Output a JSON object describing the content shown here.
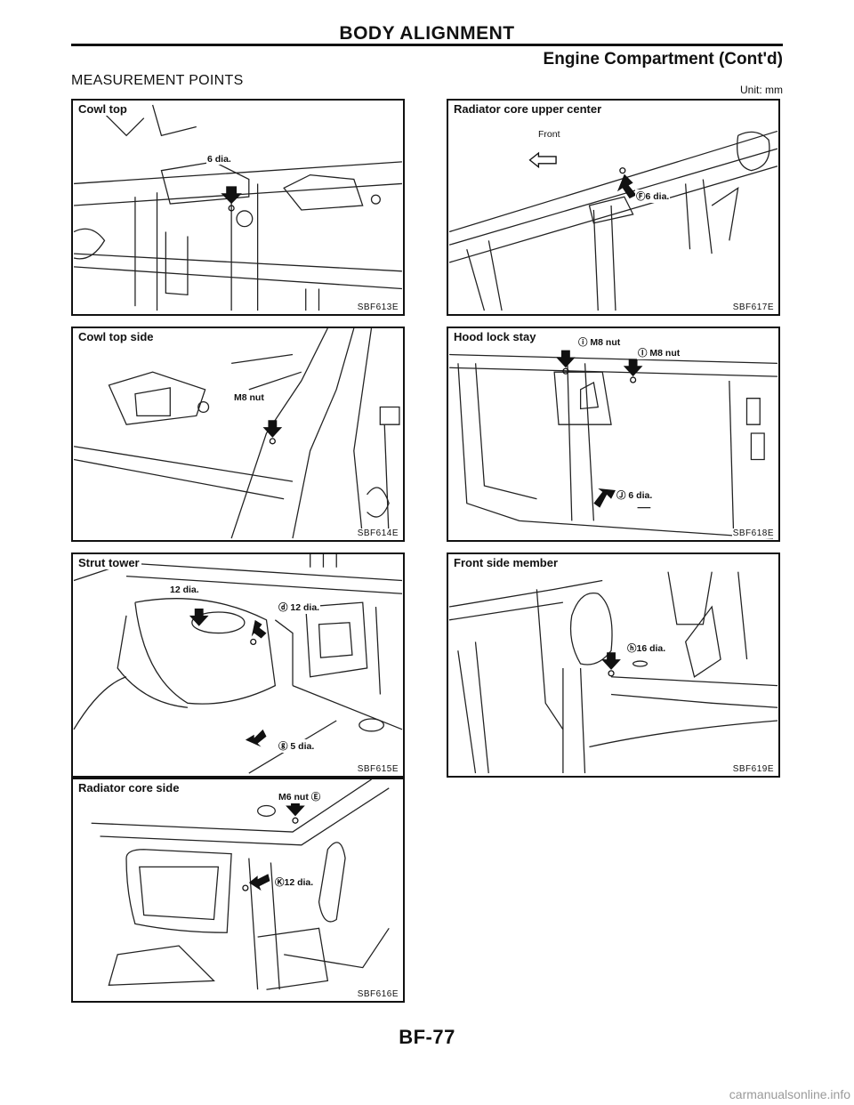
{
  "header": {
    "title": "BODY ALIGNMENT",
    "subtitle": "Engine Compartment (Cont'd)",
    "section": "MEASUREMENT POINTS",
    "unit": "Unit: mm"
  },
  "panels": [
    {
      "id": "cowl-top",
      "title": "Cowl top",
      "code": "SBF613E",
      "labels": [
        "6 dia."
      ]
    },
    {
      "id": "radiator-core-upper-center",
      "title": "Radiator core upper center",
      "code": "SBF617E",
      "front": "Front",
      "labels": [
        "Ⓕ6 dia."
      ]
    },
    {
      "id": "cowl-top-side",
      "title": "Cowl top side",
      "code": "SBF614E",
      "labels": [
        "M8 nut"
      ]
    },
    {
      "id": "hood-lock-stay",
      "title": "Hood lock stay",
      "code": "SBF618E",
      "labels": [
        "ⓘ M8 nut",
        "Ⓘ M8 nut",
        "Ⓙ 6 dia."
      ]
    },
    {
      "id": "strut-tower",
      "title": "Strut tower",
      "code": "SBF615E",
      "labels": [
        "12 dia.",
        "ⓓ 12 dia.",
        "ⓖ 5 dia."
      ]
    },
    {
      "id": "front-side-member",
      "title": "Front side member",
      "code": "SBF619E",
      "labels": [
        "ⓗ16 dia."
      ]
    },
    {
      "id": "radiator-core-side",
      "title": "Radiator core side",
      "code": "SBF616E",
      "labels": [
        "M6 nut Ⓔ",
        "Ⓚ12 dia."
      ]
    }
  ],
  "footer": {
    "page": "BF-77"
  },
  "watermark": "carmanualsonline.info",
  "icons": [
    "arrow-pointer-icon",
    "front-arrow-icon"
  ]
}
